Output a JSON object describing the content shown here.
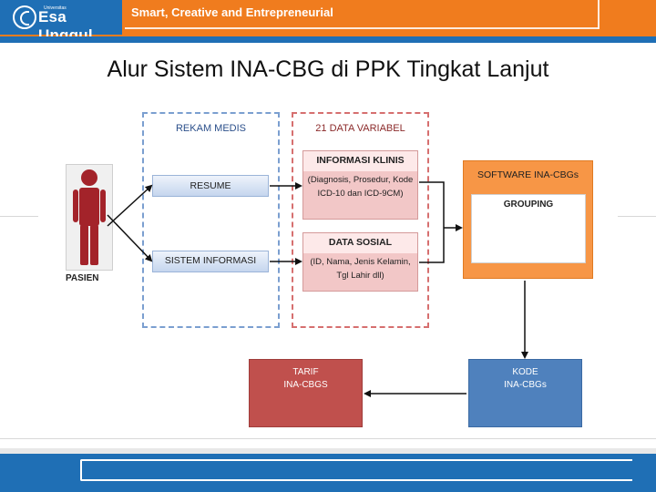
{
  "header": {
    "logo_small": "Universitas",
    "logo_text": "Esa Unggul",
    "tagline": "Smart, Creative and Entrepreneurial"
  },
  "slide": {
    "title": "Alur Sistem INA-CBG di PPK Tingkat Lanjut"
  },
  "diagram": {
    "pasien": "PASIEN",
    "rekam_medis": {
      "title": "REKAM MEDIS",
      "resume": "RESUME",
      "sistem_informasi": "SISTEM INFORMASI"
    },
    "data_variabel": {
      "title": "21 DATA VARIABEL",
      "informasi_klinis": {
        "title": "INFORMASI KLINIS",
        "body": "(Diagnosis, Prosedur, Kode ICD-10 dan ICD-9CM)"
      },
      "data_sosial": {
        "title": "DATA SOSIAL",
        "body": "(ID, Nama, Jenis Kelamin, Tgl Lahir dll)"
      }
    },
    "software": {
      "title": "SOFTWARE INA-CBGs",
      "grouping": "GROUPING"
    },
    "kode": {
      "line1": "KODE",
      "line2": "INA-CBGs"
    },
    "tarif": {
      "line1": "TARIF",
      "line2": "INA-CBGS"
    },
    "colors": {
      "orange": "#f79646",
      "blue_box": "#4f81bd",
      "red_box": "#c0504d",
      "pink_box": "#f2c7c7",
      "person": "#a3232a"
    }
  }
}
